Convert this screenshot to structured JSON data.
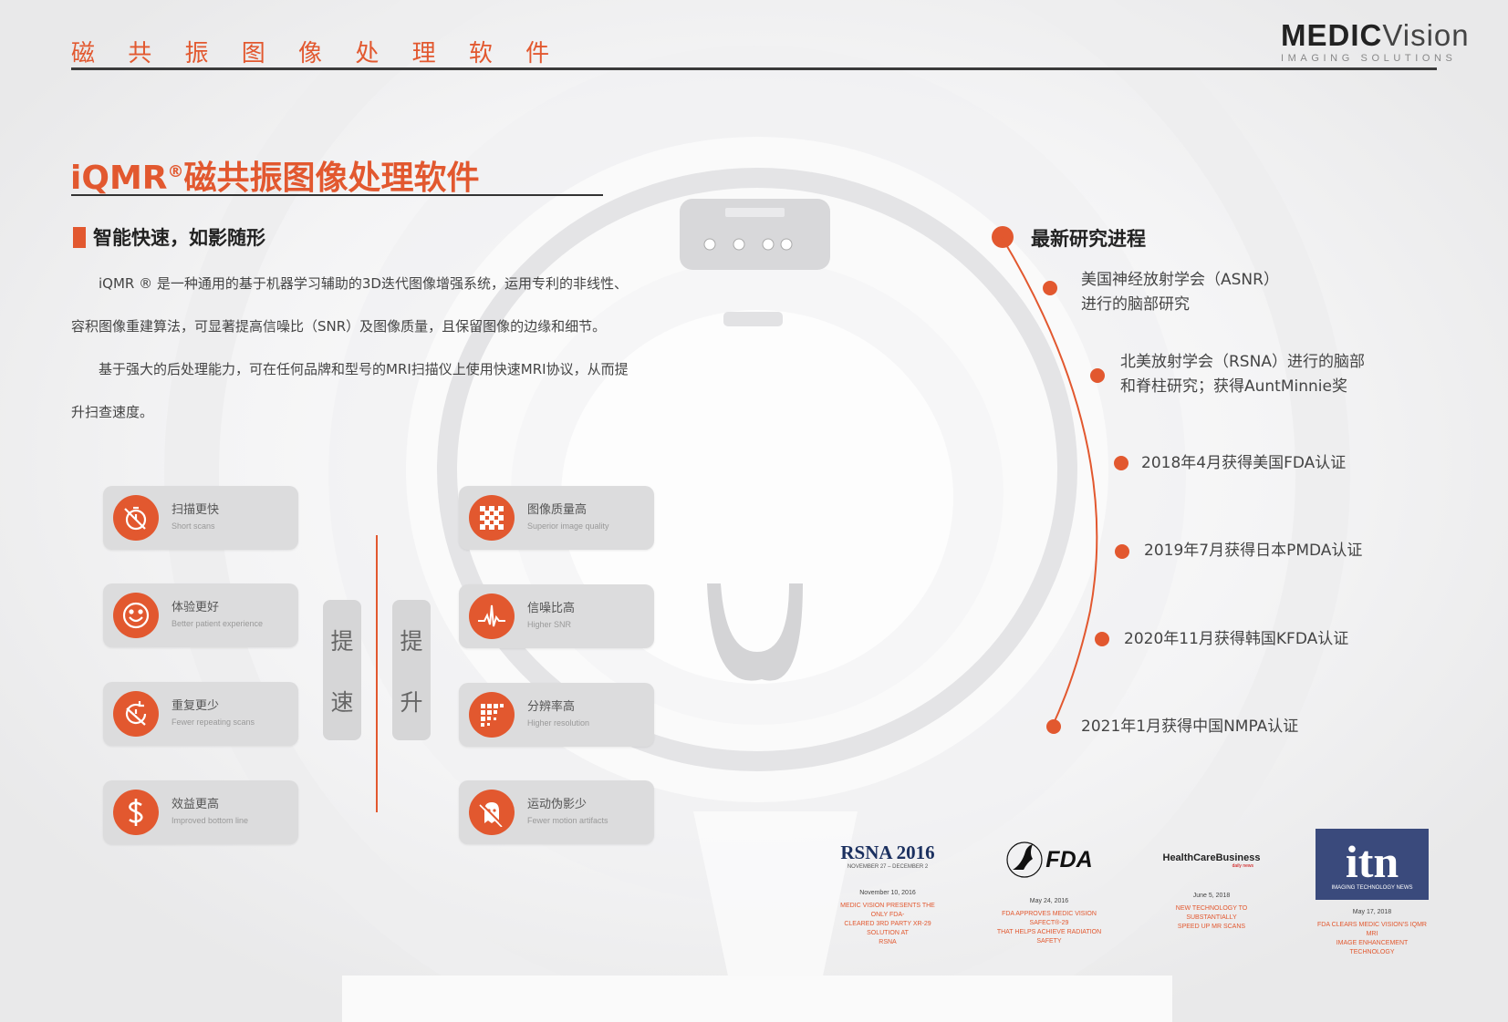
{
  "header": {
    "section_title": "磁 共 振 图 像 处 理 软 件",
    "logo_bold": "MEDIC",
    "logo_light": "Vision",
    "logo_sub": "IMAGING SOLUTIONS"
  },
  "title": {
    "main": "iQMR",
    "reg": "®",
    "rest": "磁共振图像处理软件"
  },
  "subtitle": "智能快速，如影随形",
  "paragraphs": [
    {
      "line1": "iQMR ® 是一种通用的基于机器学习辅助的3D迭代图像增强系统，运用专利的非线性、",
      "line2": "容积图像重建算法，可显著提高信噪比（SNR）及图像质量，且保留图像的边缘和细节。"
    },
    {
      "line1": "基于强大的后处理能力，可在任何品牌和型号的MRI扫描仪上使用快速MRI协议，从而提",
      "line2": "升扫查速度。"
    }
  ],
  "benefits_left": [
    {
      "cn": "扫描更快",
      "en": "Short scans",
      "icon": "stopwatch-icon"
    },
    {
      "cn": "体验更好",
      "en": "Better patient experience",
      "icon": "smiley-icon"
    },
    {
      "cn": "重复更少",
      "en": "Fewer repeating scans",
      "icon": "repeat-clock-icon"
    },
    {
      "cn": "效益更高",
      "en": "Improved bottom line",
      "icon": "dollar-icon"
    }
  ],
  "benefits_right": [
    {
      "cn": "图像质量高",
      "en": "Superior image quality",
      "icon": "pixel-grid-icon"
    },
    {
      "cn": "信噪比高",
      "en": "Higher SNR",
      "icon": "signal-wave-icon"
    },
    {
      "cn": "分辨率高",
      "en": "Higher resolution",
      "icon": "resolution-grid-icon"
    },
    {
      "cn": "运动伪影少",
      "en": "Fewer motion artifacts",
      "icon": "ghost-icon"
    }
  ],
  "speed_label": {
    "a": "提",
    "b": "速"
  },
  "lift_label": {
    "a": "提",
    "b": "升"
  },
  "research": {
    "title": "最新研究进程",
    "items": [
      {
        "line1": "美国神经放射学会（ASNR）",
        "line2": "进行的脑部研究"
      },
      {
        "line1": "北美放射学会（RSNA）进行的脑部",
        "line2": "和脊柱研究；获得AuntMinnie奖"
      },
      {
        "line1": "2018年4月获得美国FDA认证",
        "line2": ""
      },
      {
        "line1": "2019年7月获得日本PMDA认证",
        "line2": ""
      },
      {
        "line1": "2020年11月获得韩国KFDA认证",
        "line2": ""
      },
      {
        "line1": "2021年1月获得中国NMPA认证",
        "line2": ""
      }
    ]
  },
  "badges": [
    {
      "logo": "RSNA 2016",
      "logo_sub": "NOVEMBER 27 – DECEMBER 2",
      "date": "November 10, 2016",
      "caption1": "MEDIC VISION PRESENTS THE ONLY FDA-",
      "caption2": "CLEARED 3RD PARTY XR-29 SOLUTION AT",
      "caption3": "RSNA"
    },
    {
      "logo": "FDA",
      "logo_sub": "",
      "date": "May 24, 2016",
      "caption1": "FDA APPROVES MEDIC VISION SAFECT®-29",
      "caption2": "THAT HELPS ACHIEVE RADIATION SAFETY",
      "caption3": ""
    },
    {
      "logo": "HealthCareBusiness",
      "logo_sub": "daily news",
      "date": "June 5, 2018",
      "caption1": "NEW TECHNOLOGY TO SUBSTANTIALLY",
      "caption2": "SPEED UP MR SCANS",
      "caption3": ""
    },
    {
      "logo": "itn",
      "logo_sub": "IMAGING TECHNOLOGY NEWS",
      "date": "May 17, 2018",
      "caption1": "FDA CLEARS MEDIC VISION'S IQMR MRI",
      "caption2": "IMAGE ENHANCEMENT TECHNOLOGY",
      "caption3": ""
    }
  ],
  "colors": {
    "accent": "#e2582f",
    "rule": "#3a3a3a",
    "pill": "#dcdcdd"
  }
}
